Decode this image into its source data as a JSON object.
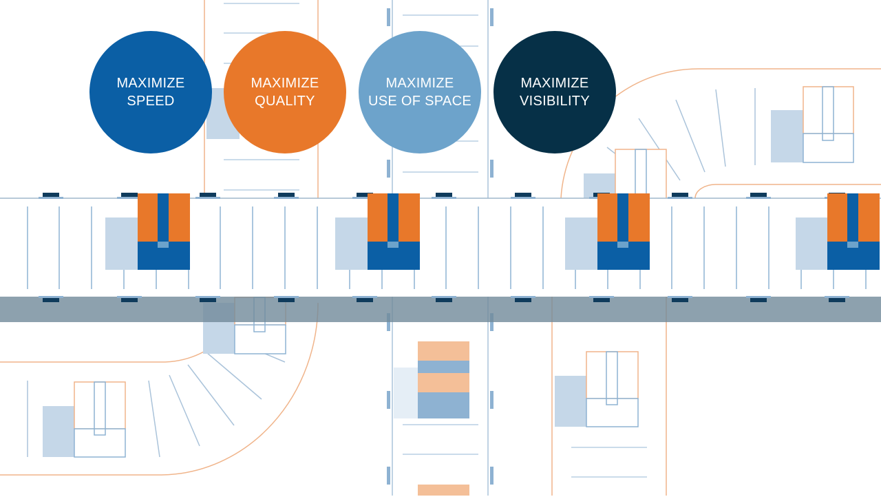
{
  "goals": [
    {
      "line1": "MAXIMIZE",
      "line2": "SPEED",
      "color": "#0b5fa5"
    },
    {
      "line1": "MAXIMIZE",
      "line2": "QUALITY",
      "color": "#e8782a"
    },
    {
      "line1": "MAXIMIZE",
      "line2": "USE OF SPACE",
      "color": "#6da3cb"
    },
    {
      "line1": "MAXIMIZE",
      "line2": "VISIBILITY",
      "color": "#063047"
    }
  ],
  "palette": {
    "blue": "#0b5fa5",
    "orange": "#e8782a",
    "light_blue": "#6da3cb",
    "navy": "#063047",
    "pale_blue": "#c5d7e8",
    "pale_orange": "#f4bf98",
    "band": "#70899a",
    "line_orange": "#f0b48a",
    "line_blue": "#8eb2d2"
  }
}
